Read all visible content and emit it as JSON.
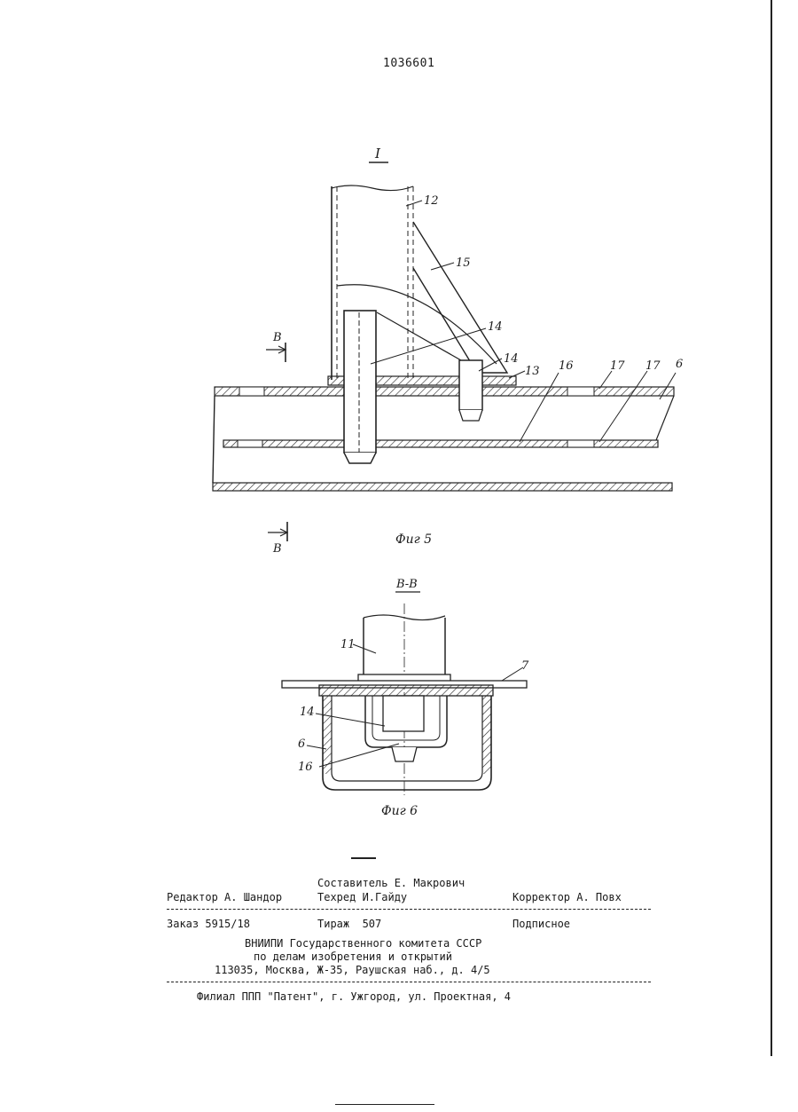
{
  "header": {
    "patent_number": "1036601"
  },
  "figure5": {
    "detail_label": "I",
    "callouts": [
      "12",
      "15",
      "14",
      "14",
      "13",
      "16",
      "17",
      "17",
      "6"
    ],
    "section_mark_top": "B",
    "section_mark_bottom": "B",
    "caption": "Фиг 5"
  },
  "figure6": {
    "section_title": "B-B",
    "callouts": [
      "11",
      "7",
      "14",
      "6",
      "16"
    ],
    "caption": "Фиг 6"
  },
  "imprint": {
    "composer": "Составитель Е. Макрович",
    "editor": "Редактор А. Шандор",
    "techred": "Техред И.Гайду",
    "corrector": "Корректор А. Повх",
    "order": "Заказ 5915/18",
    "circulation": "Тираж  507",
    "subscription": "Подписное",
    "org_line1": "ВНИИПИ Государственного комитета СССР",
    "org_line2": "по делам изобретения и открытий",
    "org_line3": "113035, Москва, Ж-35, Раушская наб., д. 4/5",
    "branch": "Филиал ППП \"Патент\", г. Ужгород, ул. Проектная, 4"
  }
}
